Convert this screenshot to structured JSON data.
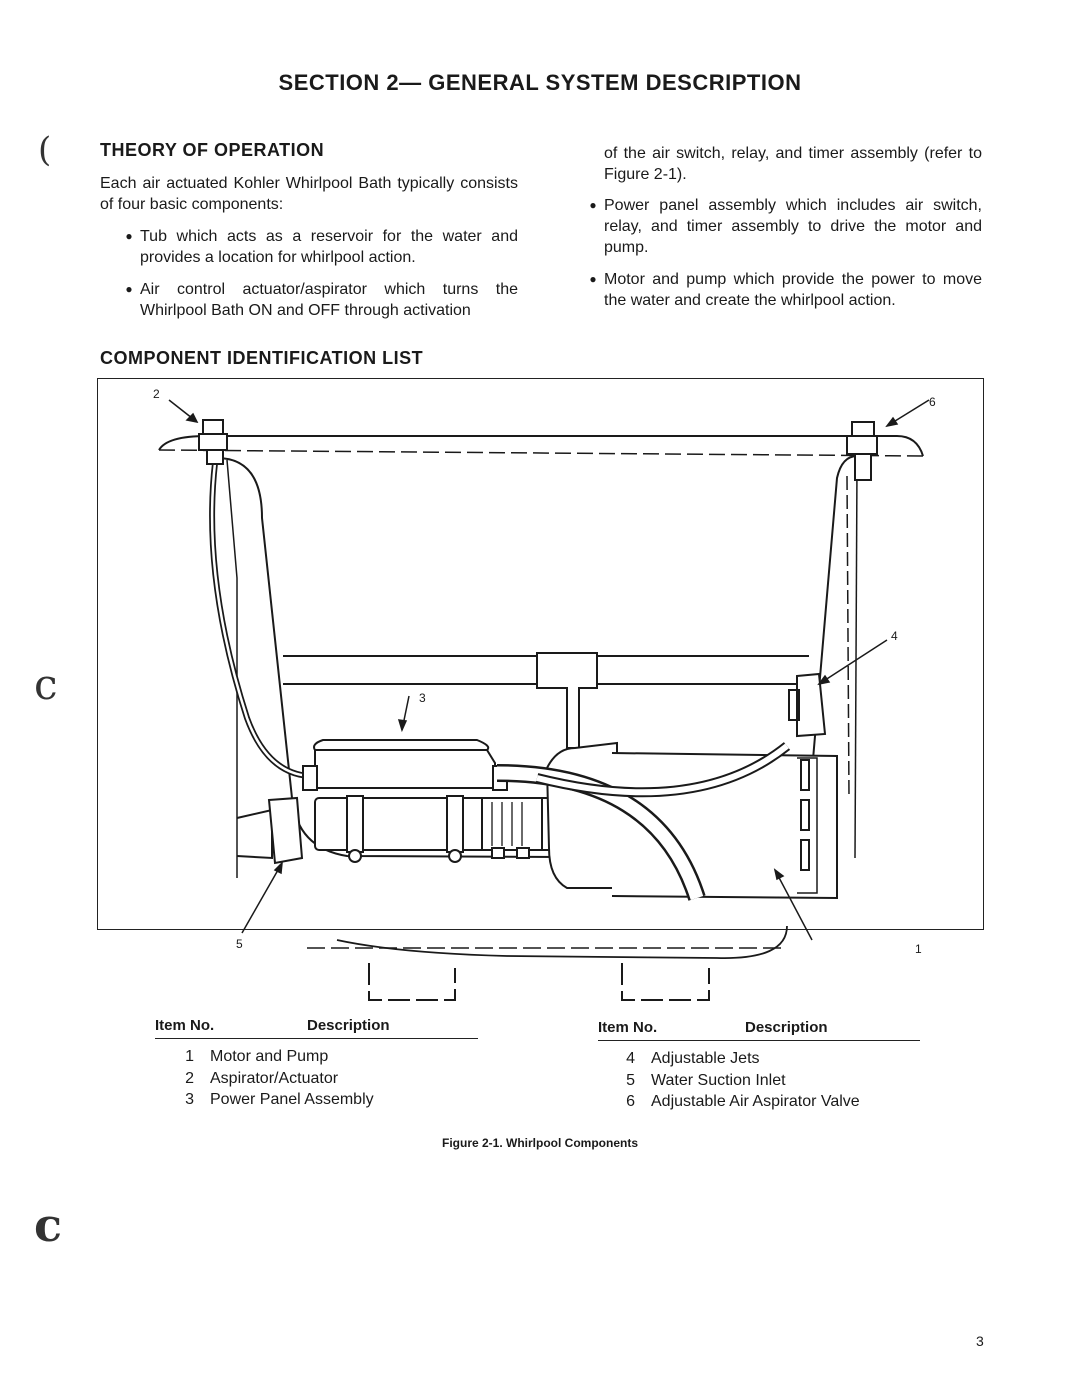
{
  "section_title": "SECTION 2— GENERAL SYSTEM DESCRIPTION",
  "theory": {
    "heading": "THEORY OF OPERATION",
    "intro": "Each air actuated Kohler Whirlpool Bath typically consists of four basic components:",
    "bullets_left": [
      "Tub which acts as a reservoir for the water and provides a location for whirlpool action.",
      "Air control actuator/aspirator which turns the Whirlpool Bath ON and OFF through activation"
    ],
    "continuation": "of the air switch, relay, and timer assembly (refer to Figure 2-1).",
    "bullets_right": [
      "Power panel assembly which includes air switch, relay, and timer assembly to drive the motor and pump.",
      "Motor and pump which provide the power to move the water and create the whirlpool action."
    ]
  },
  "component_list": {
    "heading": "COMPONENT IDENTIFICATION LIST",
    "callouts": [
      "1",
      "2",
      "3",
      "4",
      "5",
      "6"
    ],
    "columns": [
      "Item No.",
      "Description"
    ],
    "items_left": [
      {
        "no": "1",
        "desc": "Motor and Pump"
      },
      {
        "no": "2",
        "desc": "Aspirator/Actuator"
      },
      {
        "no": "3",
        "desc": "Power Panel Assembly"
      }
    ],
    "items_right": [
      {
        "no": "4",
        "desc": "Adjustable Jets"
      },
      {
        "no": "5",
        "desc": "Water Suction Inlet"
      },
      {
        "no": "6",
        "desc": "Adjustable Air Aspirator Valve"
      }
    ]
  },
  "figure_caption": "Figure 2-1. Whirlpool Components",
  "page_number": "3"
}
